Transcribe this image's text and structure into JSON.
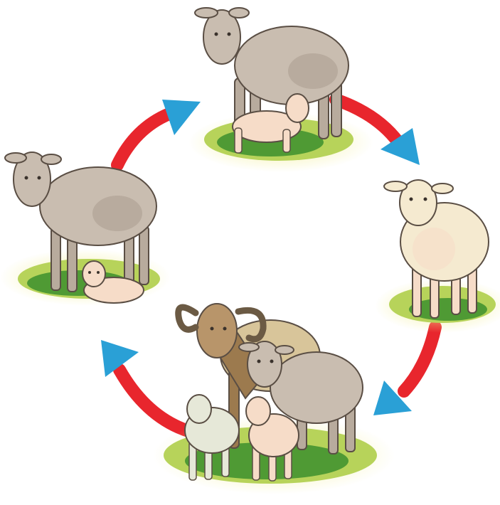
{
  "diagram": {
    "type": "cycle",
    "colors": {
      "arrow_shaft": "#e8262d",
      "arrow_head": "#2aa0d6",
      "grass_dark": "#4f9a34",
      "grass_light": "#b7d35a",
      "grass_glow": "#f3ef9a",
      "wool_gray": "#c9bdb0",
      "wool_shadow": "#a89a8c",
      "lamb_pink": "#f6dcc8",
      "lamb_cream": "#f5ead0",
      "ram_brown": "#9c7a4e",
      "horn": "#6b5a44",
      "outline": "#5a4e44"
    },
    "stages": [
      {
        "id": "ewe-nursing-lamb",
        "icon": "ewe-nursing-lamb-icon"
      },
      {
        "id": "young-sheep",
        "icon": "young-sheep-icon"
      },
      {
        "id": "ram-ewe-and-lambs",
        "icon": "ram-ewe-lambs-icon"
      },
      {
        "id": "ewe-with-newborn-lamb",
        "icon": "ewe-newborn-lamb-icon"
      }
    ],
    "arrows": [
      "arrow-top-right",
      "arrow-bottom-right",
      "arrow-bottom-left",
      "arrow-top-left"
    ]
  }
}
